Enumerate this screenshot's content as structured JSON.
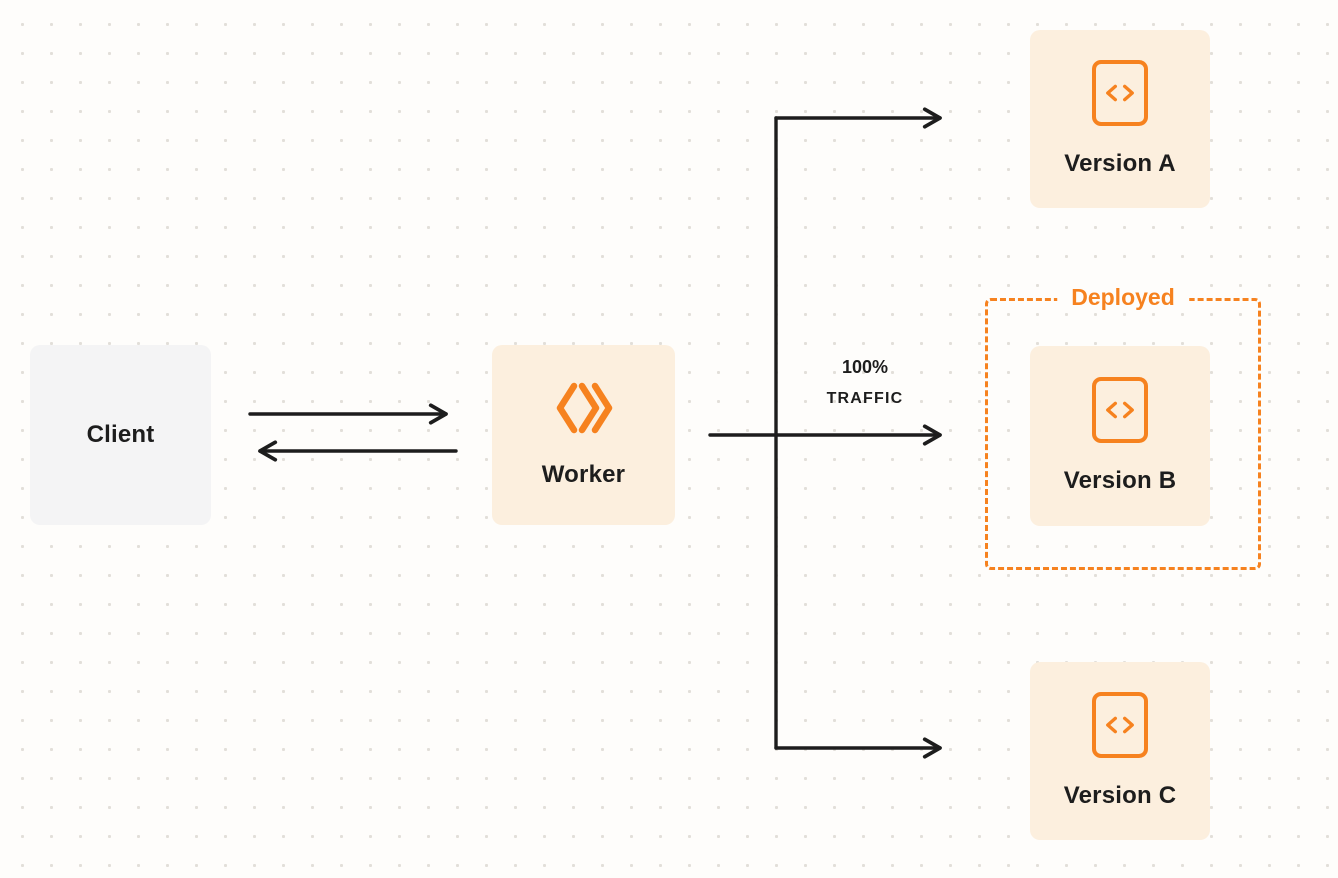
{
  "diagram": {
    "client": {
      "label": "Client"
    },
    "worker": {
      "label": "Worker"
    },
    "traffic": {
      "line1": "100%",
      "line2": "TRAFFIC"
    },
    "deployed": {
      "label": "Deployed"
    },
    "versions": [
      {
        "label": "Version A"
      },
      {
        "label": "Version B"
      },
      {
        "label": "Version C"
      }
    ],
    "icons": {
      "worker": "workers-logo-icon",
      "version": "code-icon"
    },
    "colors": {
      "accent_orange": "#f6821f",
      "node_fill_peach": "#fcefde",
      "client_fill_gray": "#f4f4f5",
      "arrow": "#1d1d1d",
      "background": "#fefdfb",
      "dot_grid": "#e2dfd9"
    }
  }
}
